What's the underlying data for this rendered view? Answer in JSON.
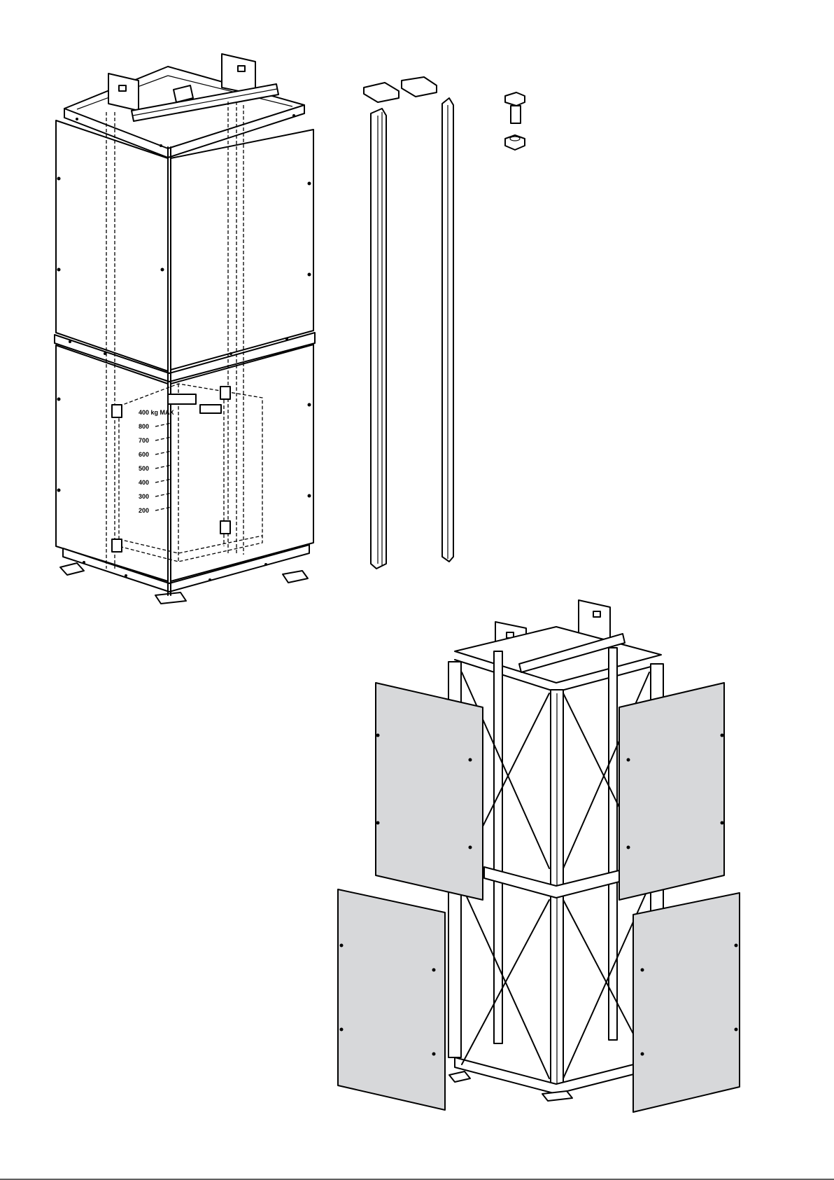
{
  "labels": {
    "top": "400 kg MAX",
    "rows": [
      "800",
      "700",
      "600",
      "500",
      "400",
      "300",
      "200"
    ]
  },
  "colors": {
    "line": "#000000",
    "panel_fill": "#d7d8da",
    "background": "#ffffff"
  }
}
